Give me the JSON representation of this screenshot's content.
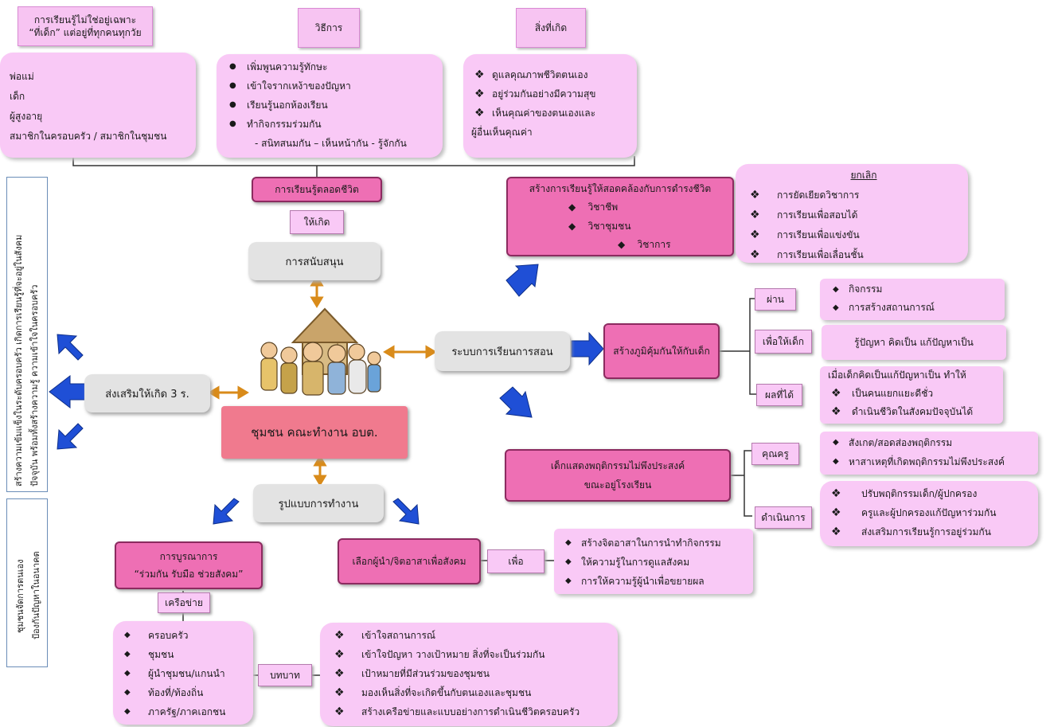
{
  "headers": {
    "learning": [
      "การเรียนรู้ไม่ใช่อยู่เฉพาะ",
      "“ที่เด็ก” แต่อยู่ที่ทุกคนทุกวัย"
    ],
    "method": "วิธีการ",
    "outcome": "สิ่งที่เกิด"
  },
  "learners": [
    "พ่อแม่",
    "เด็ก",
    "ผู้สูงอายุ",
    "สมาชิกในครอบครัว / สมาชิกในชุมชน"
  ],
  "methods": [
    "เพิ่มพูนความรู้ทักษะ",
    "เข้าใจรากเหง้าของปัญหา",
    "เรียนรู้นอกห้องเรียน",
    "ทำกิจกรรมร่วมกัน"
  ],
  "methods_sub": "- สนิทสนมกัน – เห็นหน้ากัน - รู้จักกัน",
  "outcomes": [
    "ดูแลคุณภาพชีวิตตนเอง",
    "อยู่ร่วมกันอย่างมีความสุข",
    "เห็นคุณค่าของตนเองและ"
  ],
  "outcomes_tail": "ผู้อื่นเห็นคุณค่า",
  "lifelong": "การเรียนรู้ตลอดชีวิต",
  "makes_happen": "ให้เกิด",
  "support": "การสนับสนุน",
  "teaching_system": "ระบบการเรียนการสอน",
  "community": "ชุมชน คณะทำงาน อบต.",
  "promote3r": "ส่งเสริมให้เกิด 3 ร.",
  "work_style": "รูปแบบการทำงาน",
  "align": {
    "title": "สร้างการเรียนรู้ให้สอดคล้องกับการดำรงชีวิต",
    "items": [
      "วิชาชีพ",
      "วิชาชุมชน",
      "วิชาการ"
    ]
  },
  "cancel": {
    "title": "ยกเลิก",
    "items": [
      "การยัดเยียดวิชาการ",
      "การเรียนเพื่อสอบได้",
      "การเรียนเพื่อแข่งขัน",
      "การเรียนเพื่อเลื่อนชั้น"
    ]
  },
  "immunity": "สร้างภูมิคุ้มกันให้กับเด็ก",
  "via_label": "ผ่าน",
  "via_items": [
    "กิจกรรม",
    "การสร้างสถานการณ์"
  ],
  "for_child_label": "เพื่อให้เด็ก",
  "for_child_text": "รู้ปัญหา คิดเป็น แก้ปัญหาเป็น",
  "result_label": "ผลที่ได้",
  "result_head": "เมื่อเด็กคิดเป็นแก้ปัญหาเป็น ทำให้",
  "result_items": [
    "เป็นคนแยกแยะดีชั่ว",
    "ดำเนินชีวิตในสังคมปัจจุบันได้"
  ],
  "behavior": [
    "เด็กแสดงพฤติกรรมไม่พึงประสงค์",
    "ขณะอยู่โรงเรียน"
  ],
  "teacher_label": "คุณครู",
  "teacher_items": [
    "สังเกต/สอดส่องพฤติกรรม",
    "หาสาเหตุที่เกิดพฤติกรรมไม่พึงประสงค์"
  ],
  "action_label": "ดำเนินการ",
  "action_items": [
    "ปรับพฤติกรรมเด็ก/ผู้ปกครอง",
    "ครูและผู้ปกครองแก้ปัญหาร่วมกัน",
    "ส่งเสริมการเรียนรู้การอยู่ร่วมกัน"
  ],
  "integration": [
    "การบูรณาการ",
    "“ร่วมกัน รับมือ ช่วยสังคม”"
  ],
  "network": "เครือข่าย",
  "network_items": [
    "ครอบครัว",
    "ชุมชน",
    "ผู้นำชุมชน/แกนนำ",
    "ท้องที่/ท้องถิ่น",
    "ภาครัฐ/ภาคเอกชน"
  ],
  "role": "บทบาท",
  "role_items": [
    "เข้าใจสถานการณ์",
    "เข้าใจปัญหา วางเป้าหมาย สิ่งที่จะเป็นร่วมกัน",
    "เป้าหมายที่มีส่วนร่วมของชุมชน",
    "มองเห็นสิ่งที่จะเกิดขึ้นกับตนเองและชุมชน",
    "สร้างเครือข่ายและแบบอย่างการดำเนินชีวิตครอบครัว"
  ],
  "leader": "เลือกผู้นำ/จิตอาสาเพื่อสังคม",
  "for_label": "เพื่อ",
  "for_items": [
    "สร้างจิตอาสาในการนำทำกิจกรรม",
    "ให้ความรู้ในการดูแลสังคม",
    "การให้ความรู้ผู้นำเพื่อขยายผล"
  ],
  "side_top": [
    "สร้างความเข้มแข็งในระดับครอบครัว เกิดการเรียนรู้ที่จะอยู่ในสังคม",
    "ปัจจุบัน พร้อมทั้งสร้างความรู้ ความเข้าใจในครอบครัว"
  ],
  "side_bottom": [
    "ชุมชนจัดการตนเอง",
    "ป้องกันปัญหาในอนาคต"
  ],
  "colors": {
    "pink_box": "#ee6fb4",
    "light_pink": "#f9c9f6",
    "arrow_blue": "#1f4fd6",
    "arrow_orange": "#d98b1a",
    "grey_box": "#e3e3e3"
  }
}
